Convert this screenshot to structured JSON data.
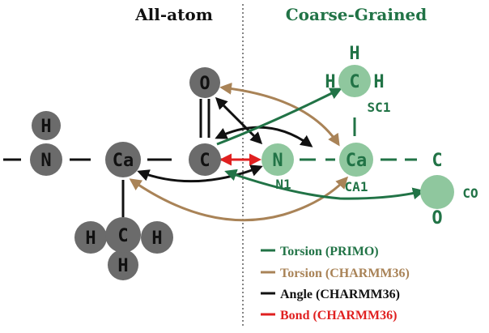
{
  "headers": {
    "left": "All-atom",
    "right": "Coarse-Grained"
  },
  "colors": {
    "gray_atom": "#6b6b6b",
    "gray_text": "#111111",
    "green": "#217346",
    "green_light": "#8fc79e",
    "brown": "#a98357",
    "black": "#111111",
    "red": "#e02020"
  },
  "all_atom": {
    "n_top": "H",
    "n": "N",
    "ca": "Ca",
    "c": "C",
    "o": "O",
    "ch3_c": "C",
    "ch3_h_left": "H",
    "ch3_h_right": "H",
    "ch3_h_bottom": "H"
  },
  "coarse_grained": {
    "n": "N",
    "n_label": "N1",
    "ca": "Ca",
    "ca_label": "CA1",
    "sc_c": "C",
    "sc_h_top": "H",
    "sc_h_left": "H",
    "sc_h_right": "H",
    "sc_label": "SC1",
    "co_c": "C",
    "co_o": "O",
    "co_label": "CO"
  },
  "legend": [
    {
      "label": "Torsion (PRIMO)",
      "color": "#217346"
    },
    {
      "label": "Torsion (CHARMM36)",
      "color": "#a98357"
    },
    {
      "label": "Angle (CHARMM36)",
      "color": "#111111"
    },
    {
      "label": "Bond (CHARMM36)",
      "color": "#e02020"
    }
  ]
}
